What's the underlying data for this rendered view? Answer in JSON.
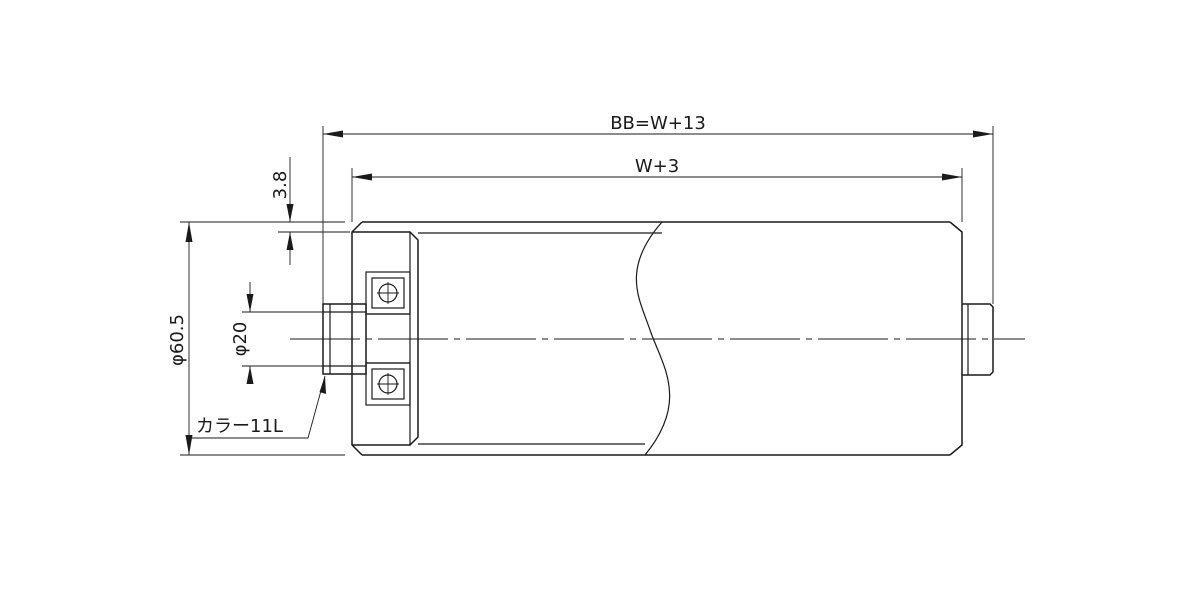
{
  "dimensions": {
    "overall_length": "BB=W+13",
    "tube_length": "W+3",
    "tube_diameter": "φ60.5",
    "shaft_diameter": "φ20",
    "wall_offset": "3.8"
  },
  "labels": {
    "collar": "カラー11L"
  },
  "colors": {
    "line": "#1a1a1a",
    "background": "#ffffff"
  }
}
